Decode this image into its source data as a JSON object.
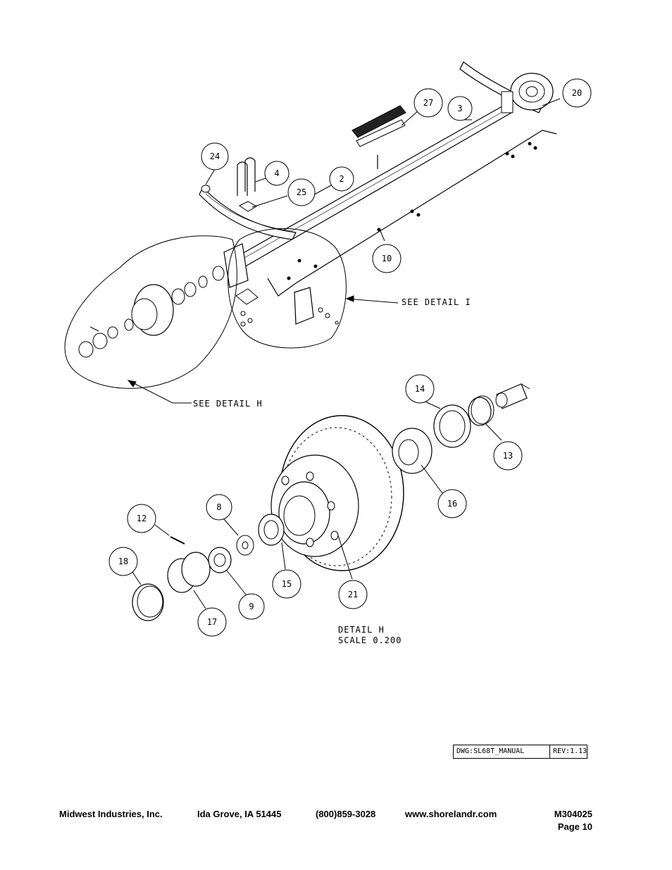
{
  "callouts": {
    "c24": "24",
    "c4": "4",
    "c25": "25",
    "c2": "2",
    "c27": "27",
    "c3": "3",
    "c20": "20",
    "c10": "10",
    "c14": "14",
    "c13": "13",
    "c16": "16",
    "c12": "12",
    "c8": "8",
    "c18": "18",
    "c17": "17",
    "c9": "9",
    "c15": "15",
    "c21": "21"
  },
  "notes": {
    "see_detail_i": "SEE DETAIL  I",
    "see_detail_h": "SEE DETAIL  H",
    "detail_h_title": "DETAIL  H",
    "detail_h_scale": "SCALE  0.200"
  },
  "title_block": {
    "dwg": "DWG:SL68T_MANUAL",
    "rev": "REV:1.13"
  },
  "footer": {
    "company": "Midwest Industries, Inc.",
    "location": "Ida Grove, IA  51445",
    "phone": "(800)859-3028",
    "website": "www.shorelandr.com",
    "doc_number": "M304025",
    "page": "Page 10"
  }
}
